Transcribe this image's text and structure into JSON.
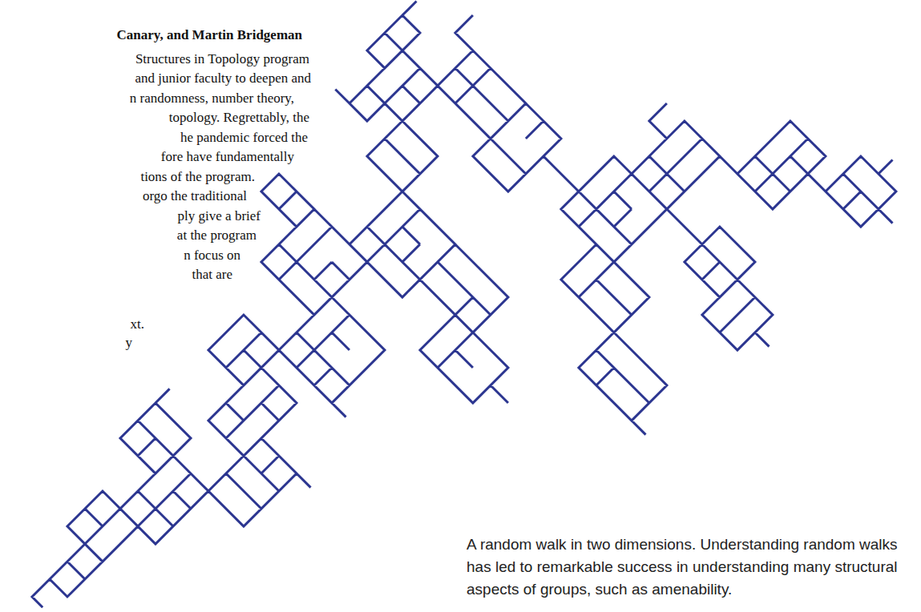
{
  "diagram": {
    "caption": "A random walk in two dimensions. Understanding random walks has led to remarkable success in understanding many structural aspects of groups, such as amenability.",
    "labels": [
      "Canary, and Martin Bridgeman",
      "Structures in Topology program",
      "and junior faculty to deepen and",
      "n randomness, number theory,",
      "topology. Regrettably, the",
      "he pandemic forced the",
      "fore have fundamentally",
      "tions of the program.",
      "orgo the traditional",
      "ply give a brief",
      "at the program",
      "n focus on",
      "that are",
      "xt.",
      "y"
    ]
  }
}
